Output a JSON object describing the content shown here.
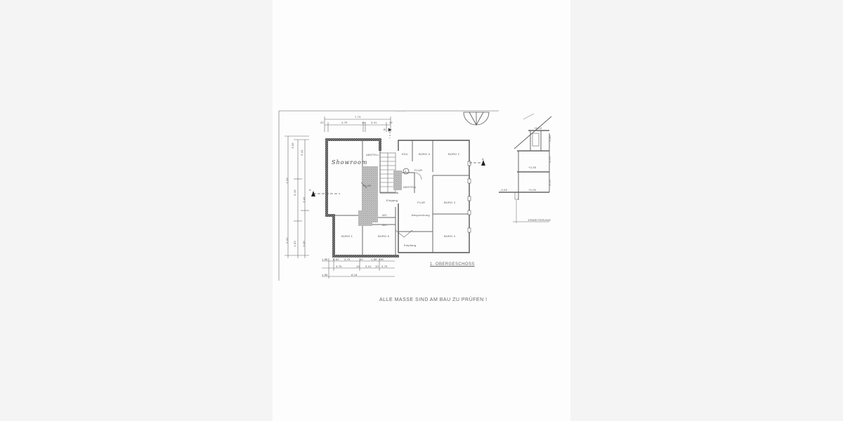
{
  "document": {
    "type": "architectural floor plan (scanned)",
    "background_color": "#f4f4f4",
    "page_color": "#fdfdfd",
    "line_color": "#555555"
  },
  "plan": {
    "title": "1. OBERGESCHOSS",
    "header_text": "... ... ...",
    "rooms": {
      "showroom": "Showroom",
      "abstell_1": "ABSTELL",
      "abstell_2": "ABSTELL",
      "flur_1": "FLUR",
      "flur_2": "FLUR",
      "flur_3": "FLUR",
      "eingang": "Eingang",
      "edv": "EDV",
      "buero_5": "BÜRO 5",
      "buero_2": "BÜRO 2",
      "buero_3": "BÜRO 3",
      "buero_4": "BÜRO 4",
      "buero_1": "BÜRO 1",
      "buero_6": "BÜRO 6",
      "wc_1": "WC",
      "wc_2": "WC",
      "empfang": "Empfang",
      "besprechung": "Besprechung"
    },
    "markers": {
      "section_a": "A",
      "section_b": "B",
      "circle_number": "1"
    },
    "dimensions": {
      "top_overall": "7,74",
      "top_parts": [
        "4,76",
        "10",
        "3,41"
      ],
      "top_end_left": "42",
      "top_end_right": "12",
      "bottom_row_1": [
        "1,86",
        "3,62",
        "3,76",
        "10",
        "1,86",
        "DB"
      ],
      "bottom_row_2": [
        "4,76",
        "10",
        "3,41",
        "10",
        "3,76"
      ],
      "bottom_row_3": [
        "1,86",
        "8,18"
      ],
      "left_parts": [
        "3,06",
        "5,41",
        "1,26",
        "2,37",
        "8,16",
        "3,41",
        "5,91",
        "1,63",
        "3,06"
      ]
    }
  },
  "section": {
    "label": "ERWEITERUNG",
    "levels": [
      "+6,20",
      "+3,35",
      "+0,00",
      "-0,60"
    ],
    "heights": [
      "2,50",
      "2,75",
      "2,75"
    ]
  },
  "footer_note": "ALLE MASSE SIND AM BAU ZU PRÜFEN !"
}
